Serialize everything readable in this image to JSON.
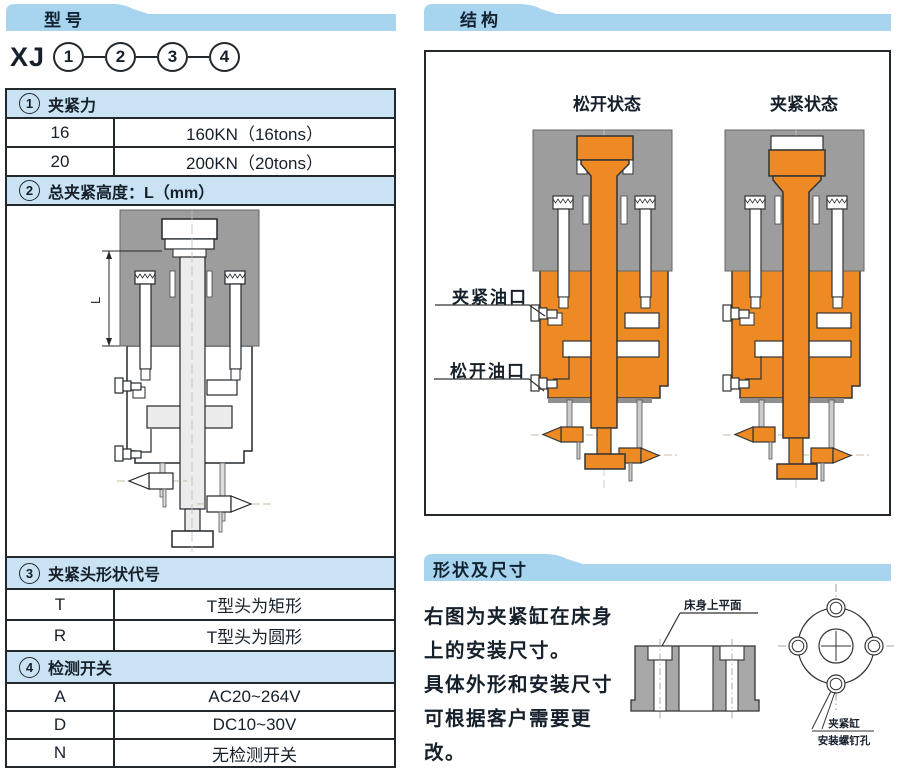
{
  "colors": {
    "banner_blue": "#a7d4ee",
    "table_header_blue": "#c9e3f4",
    "orange": "#ee8a23",
    "block_gray": "#9d9d9d",
    "ink": "#16202b"
  },
  "model": {
    "banner_label": "型号",
    "code_prefix": "XJ",
    "code_nums": [
      "1",
      "2",
      "3",
      "4"
    ],
    "table": {
      "s1": {
        "num": "1",
        "title": "夹紧力",
        "rows": [
          [
            "16",
            "160KN（16tons）"
          ],
          [
            "20",
            "200KN（20tons）"
          ]
        ]
      },
      "s2": {
        "num": "2",
        "title": "总夹紧高度：L（mm）",
        "dim_label": "L"
      },
      "s3": {
        "num": "3",
        "title": "夹紧头形状代号",
        "rows": [
          [
            "T",
            "T型头为矩形"
          ],
          [
            "R",
            "T型头为圆形"
          ]
        ]
      },
      "s4": {
        "num": "4",
        "title": "检测开关",
        "rows": [
          [
            "A",
            "AC20~264V"
          ],
          [
            "D",
            "DC10~30V"
          ],
          [
            "N",
            "无检测开关"
          ]
        ]
      }
    }
  },
  "structure": {
    "banner_label": "结构",
    "state_released": "松开状态",
    "state_clamped": "夹紧状态",
    "port_clamp": "夹紧油口",
    "port_release": "松开油口"
  },
  "shape": {
    "banner_label": "形状及尺寸",
    "lines": [
      "右图为夹紧缸在床身",
      "上的安装尺寸。",
      "具体外形和安装尺寸",
      "可根据客户需要更",
      "改。"
    ],
    "bed_label": "床身上平面",
    "hole_label1": "夹紧缸",
    "hole_label2": "安装螺钉孔"
  }
}
